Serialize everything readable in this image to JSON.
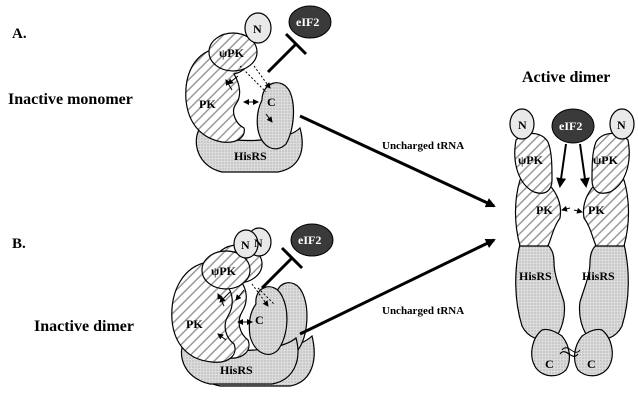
{
  "panels": {
    "a_label": "A.",
    "b_label": "B."
  },
  "states": {
    "inactive_monomer": "Inactive monomer",
    "inactive_dimer": "Inactive dimer",
    "active_dimer": "Active dimer"
  },
  "arrows": {
    "top_label": "Uncharged tRNA",
    "bottom_label": "Uncharged tRNA"
  },
  "domains": {
    "n": "N",
    "psi_pk": "ψPK",
    "pk": "PK",
    "c": "C",
    "hisrs": "HisRS",
    "eif2": "eIF2"
  },
  "colors": {
    "hatch_stroke": "#9a9a9a",
    "dotted_fill": "#cfcfcf",
    "eif2_fill": "#3a3a3a",
    "n_fill": "#e9e9e9",
    "ink": "#000000"
  }
}
